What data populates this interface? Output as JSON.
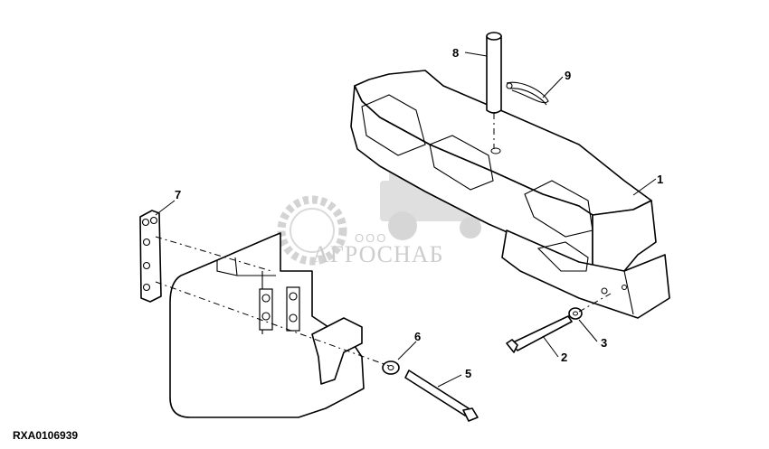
{
  "figure": {
    "reference_code": "RXA0106939",
    "callouts": [
      {
        "id": "1",
        "label": "1"
      },
      {
        "id": "2",
        "label": "2"
      },
      {
        "id": "3",
        "label": "3"
      },
      {
        "id": "5",
        "label": "5"
      },
      {
        "id": "6",
        "label": "6"
      },
      {
        "id": "7",
        "label": "7"
      },
      {
        "id": "8",
        "label": "8"
      },
      {
        "id": "9",
        "label": "9"
      }
    ]
  },
  "watermark": {
    "brand": "АГРОСНАБ",
    "prefix": "ООО"
  },
  "colors": {
    "line": "#000000",
    "watermark": "#c8c8c8",
    "background": "#ffffff"
  }
}
